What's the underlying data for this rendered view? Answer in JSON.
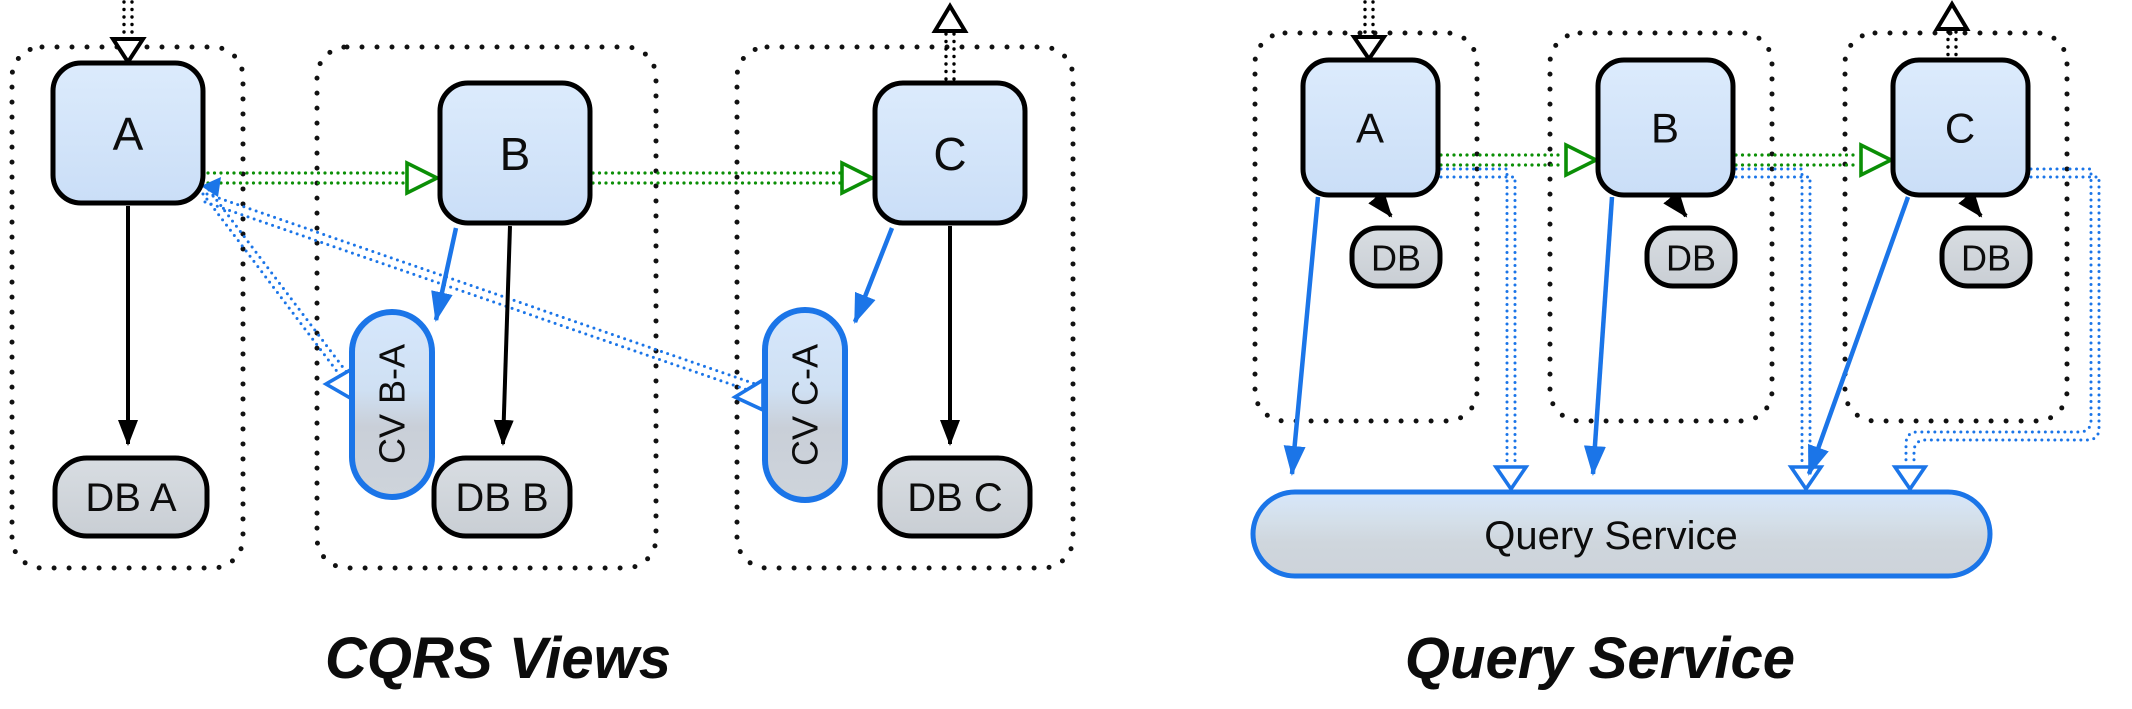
{
  "left": {
    "caption": "CQRS Views",
    "node_a": "A",
    "node_b": "B",
    "node_c": "C",
    "db_a": "DB A",
    "db_b": "DB B",
    "db_c": "DB C",
    "view_ba": "CV B-A",
    "view_ca": "CV C-A"
  },
  "right": {
    "caption": "Query Service",
    "node_a": "A",
    "node_b": "B",
    "node_c": "C",
    "db": "DB",
    "bar_label": "Query Service"
  },
  "colors": {
    "event_green": "#0b8f06",
    "accent_blue": "#1b75e8",
    "outline_black": "#000000",
    "node_fill": "#d2e3f8",
    "db_fill": "#d0d6db",
    "view_fill_top": "#d6e7fc",
    "view_fill_bottom": "#ced4db"
  }
}
